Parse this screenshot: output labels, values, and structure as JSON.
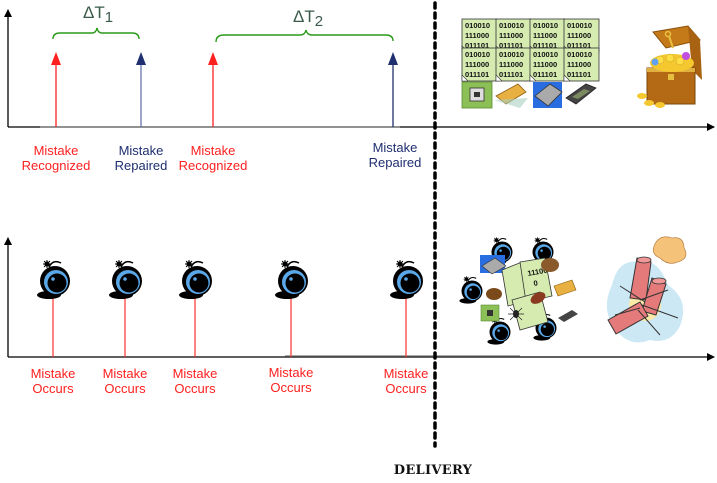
{
  "top_timeline": {
    "brackets": [
      {
        "label": "ΔT",
        "subscript": "1"
      },
      {
        "label": "ΔT",
        "subscript": "2"
      }
    ],
    "events": [
      {
        "line1": "Mistake",
        "line2": "Recognized",
        "type": "recognized",
        "color": "#ff2020"
      },
      {
        "line1": "Mistake",
        "line2": "Repaired",
        "type": "repaired",
        "color": "#1f2f6f"
      },
      {
        "line1": "Mistake",
        "line2": "Recognized",
        "type": "recognized",
        "color": "#ff2020"
      },
      {
        "line1": "Mistake",
        "line2": "Repaired",
        "type": "repaired",
        "color": "#1f2f6f"
      }
    ],
    "outcome_icons": [
      "binary-code-cards-icon",
      "microchip-icon",
      "treasure-chest-icon"
    ],
    "binary_card": [
      "010010",
      "111000",
      "011101"
    ]
  },
  "bottom_timeline": {
    "events": [
      {
        "line1": "Mistake",
        "line2": "Occurs",
        "icon": "bomb-icon"
      },
      {
        "line1": "Mistake",
        "line2": "Occurs",
        "icon": "bomb-icon"
      },
      {
        "line1": "Mistake",
        "line2": "Occurs",
        "icon": "bomb-icon"
      },
      {
        "line1": "Mistake",
        "line2": "Occurs",
        "icon": "bomb-icon"
      },
      {
        "line1": "Mistake",
        "line2": "Occurs",
        "icon": "bomb-icon"
      }
    ],
    "outcome_icons": [
      "bug-chaos-cluster-icon",
      "exploding-dynamite-icon"
    ],
    "chaos_card": [
      "11100",
      "0"
    ]
  },
  "delivery_label": "DELIVERY",
  "colors": {
    "recognized": "#ff2020",
    "repaired": "#1f2f6f",
    "bracket": "#2a9a1a",
    "axis": "#000000"
  }
}
